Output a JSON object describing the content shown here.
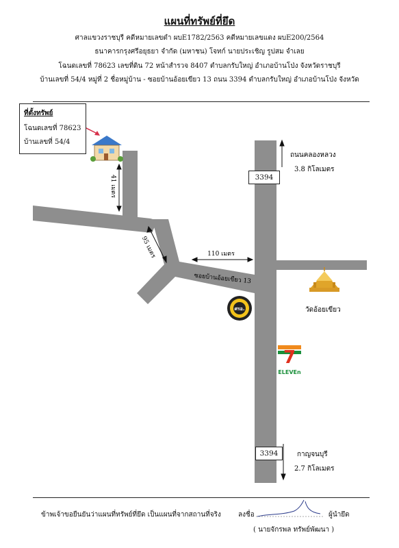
{
  "title": "แผนที่ทรัพย์ที่ยึด",
  "header_lines": [
    "ศาลแขวงราชบุรี  คดีหมายเลขดำ ผบE1782/2563  คดีหมายเลขแดง ผบE200/2564",
    "ธนาคารกรุงศรีอยุธยา จำกัด (มหาชน) โจทก์  นายประเชิญ  รูปสม จำเลย",
    "โฉนดเลขที่ 78623 เลขที่ดิน 72  หน้าสำรวจ 8407  ตำบลกรับใหญ่  อำเภอบ้านโป่ง  จังหวัดราชบุรี",
    "บ้านเลขที่ 54/4 หมู่ที่ 2 ชื่อหมู่บ้าน -  ซอยบ้านอ้อยเขียว 13 ถนน 3394 ตำบลกรับใหญ่  อำเภอบ้านโป่ง  จังหวัด"
  ],
  "callout": {
    "line1": "ที่ตั้งทรัพย์",
    "line2": "โฉนดเลขที่ 78623",
    "line3": "บ้านเลขที่ 54/4"
  },
  "map": {
    "dist_41": "41 เมตร",
    "dist_95": "95 เมตร",
    "dist_110": "110 เมตร",
    "soi_label": "ซอยบ้านอ้อยเขียว 13",
    "road_top": "3394",
    "road_bottom": "3394",
    "north_label1": "ถนนคลองหลวง",
    "north_label2": "3.8 กิโลเมตร",
    "south_label1": "กาญจนบุรี",
    "south_label2": "2.7 กิโลเมตร",
    "temple_label": "วัดอ้อยเขียว",
    "seal_text": "ศรอ.",
    "store_text": "ELEVEn",
    "store_digit": "7"
  },
  "footer": {
    "statement": "ข้าพเจ้าขอยืนยันว่าแผนที่ทรัพย์ที่ยึด เป็นแผนที่จากสถานที่จริง",
    "sign_label": "ลงชื่อ",
    "sign_role": "ผู้นำยึด",
    "signer_name": "( นายจักรพล   ทรัพย์พัฒนา )"
  },
  "colors": {
    "road": "#8e8e8e",
    "store_red": "#e0301e",
    "store_green": "#1a8f3a",
    "store_orange": "#f08a1c",
    "seal_yellow": "#f2c21b",
    "temple_gold": "#e0a52a",
    "arrow_red": "#d6304a"
  }
}
